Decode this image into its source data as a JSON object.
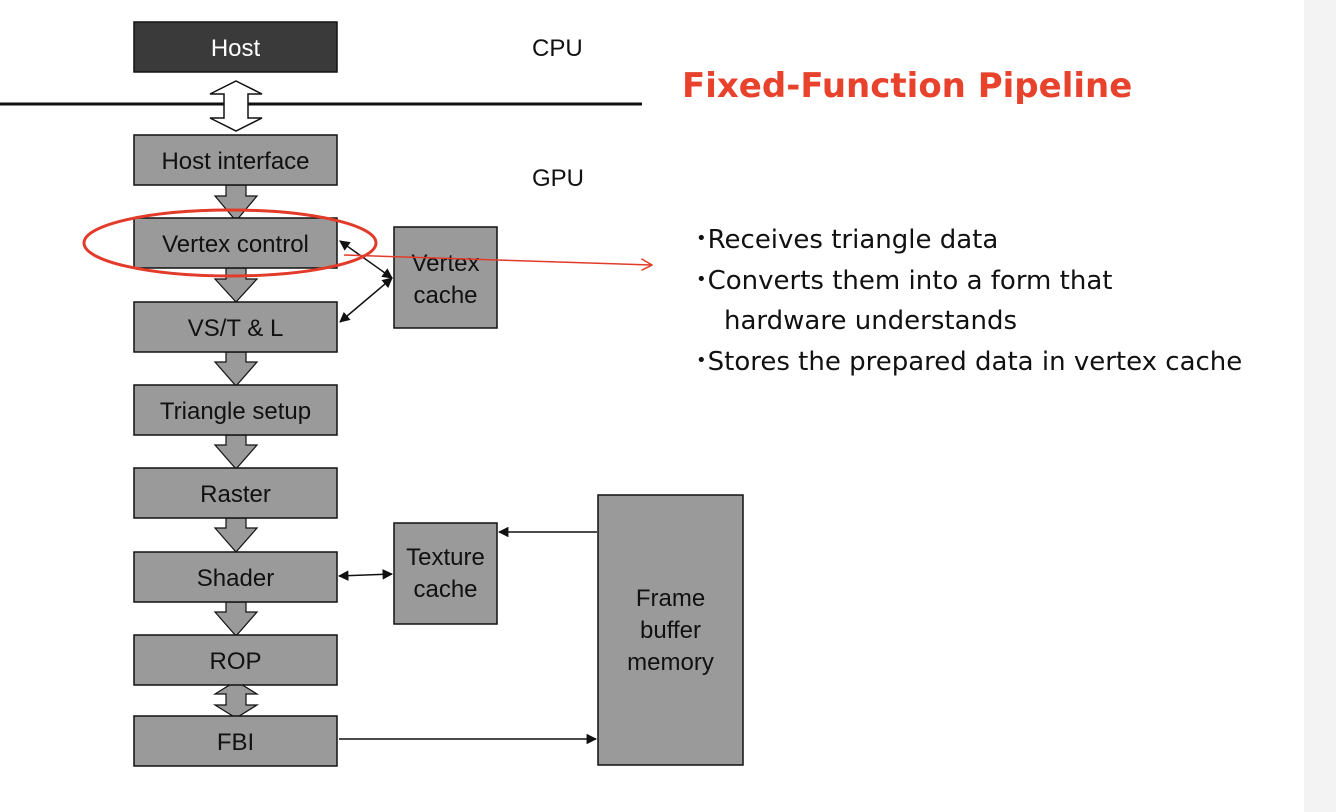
{
  "diagram": {
    "cpu_label": "CPU",
    "gpu_label": "GPU",
    "boxes": {
      "host": "Host",
      "host_interface": "Host interface",
      "vertex_control": "Vertex control",
      "vst_l": "VS/T & L",
      "triangle_setup": "Triangle setup",
      "raster": "Raster",
      "shader": "Shader",
      "rop": "ROP",
      "fbi": "FBI",
      "vertex_cache_line1": "Vertex",
      "vertex_cache_line2": "cache",
      "texture_cache_line1": "Texture",
      "texture_cache_line2": "cache",
      "frame_buffer_line1": "Frame",
      "frame_buffer_line2": "buffer",
      "frame_buffer_line3": "memory"
    },
    "colors": {
      "box_fill": "#9a9a9a",
      "host_fill": "#3a3a3a",
      "highlight": "#e23b2a"
    }
  },
  "slide": {
    "title": "Fixed-Function Pipeline",
    "bullet_glyph": "•",
    "bullets": [
      {
        "line1": "Receives triangle data"
      },
      {
        "line1": "Converts them into a form that",
        "line2": "hardware understands"
      },
      {
        "line1": "Stores the prepared data in vertex cache"
      }
    ]
  }
}
